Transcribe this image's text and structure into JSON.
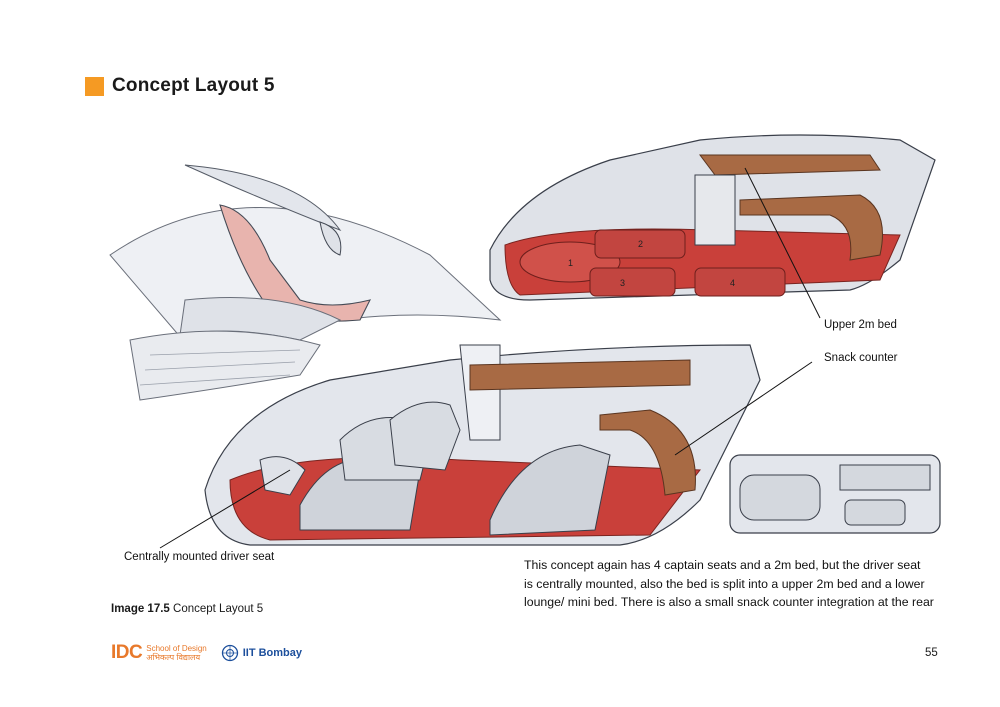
{
  "page": {
    "title": "Concept Layout 5",
    "accent_color": "#f59a23",
    "page_number": "55"
  },
  "sketch": {
    "seat_numbers": [
      "1",
      "2",
      "3",
      "4"
    ],
    "callouts": {
      "upper_bed": "Upper 2m bed",
      "snack_counter": "Snack counter",
      "driver_seat": "Centrally mounted driver seat"
    },
    "colors": {
      "floor_red": "#c9403a",
      "wood_brown": "#a86a44",
      "body_grey": "#d7dbe2",
      "line_dark": "#3a3f4a"
    }
  },
  "description": {
    "line1": "This concept again has 4 captain seats and a 2m bed, but the driver seat",
    "line2": "is centrally mounted, also the bed is split into a upper 2m bed and a lower",
    "line3": "lounge/ mini bed. There is also a small snack counter integration at the rear"
  },
  "caption": {
    "label": "Image 17.5",
    "text": "Concept Layout 5"
  },
  "footer": {
    "idc": "IDC",
    "idc_line1": "School of Design",
    "idc_line2": "अभिकल्प विद्यालय",
    "iit": "IIT Bombay",
    "idc_color": "#e8792b",
    "iit_color": "#1c4f9c"
  }
}
